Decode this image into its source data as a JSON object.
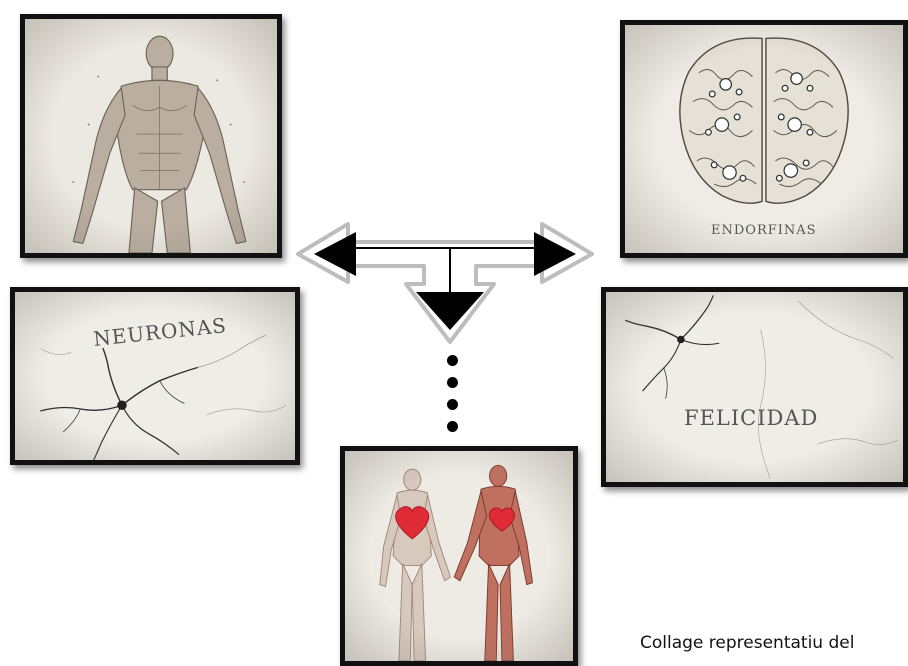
{
  "panels": {
    "anatomy": {},
    "brain": {
      "label": "ENDORFINAS"
    },
    "neurons": {
      "label": "NEURONAS"
    },
    "happiness": {
      "label": "FELICIDAD"
    },
    "couple": {}
  },
  "connector": {
    "dots": 4,
    "color": "#000000"
  },
  "caption": "Collage representatiu del",
  "colors": {
    "frame": "#111111",
    "paper": "#eeece6",
    "heart": "#e02a36",
    "arrow_fill": "#000000",
    "arrow_outline": "#c8c8c8"
  }
}
